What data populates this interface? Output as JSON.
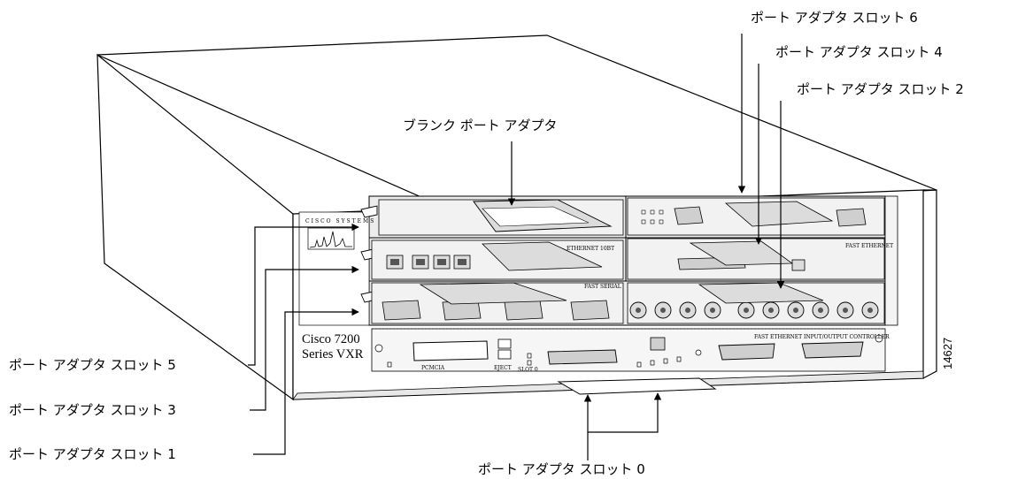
{
  "callouts": {
    "slot6": "ポート アダプタ スロット 6",
    "slot4": "ポート アダプタ スロット 4",
    "slot2": "ポート アダプタ スロット 2",
    "blank": "ブランク ポート アダプタ",
    "slot5": "ポート アダプタ スロット 5",
    "slot3": "ポート アダプタ スロット 3",
    "slot1": "ポート アダプタ スロット 1",
    "slot0": "ポート アダプタ スロット 0"
  },
  "chassis": {
    "model_line1": "Cisco 7200",
    "model_line2": "Series VXR",
    "figure_number": "14627"
  },
  "panel_labels": {
    "ethernet_10bt": "ETHERNET 10BT",
    "fast_serial": "FAST SERIAL",
    "fast_ethernet": "FAST ETHERNET",
    "io_controller": "FAST ETHERNET INPUT/OUTPUT CONTROLLER",
    "pcmcia": "PCMCIA",
    "eject": "EJECT",
    "slot0": "SLOT 0"
  }
}
